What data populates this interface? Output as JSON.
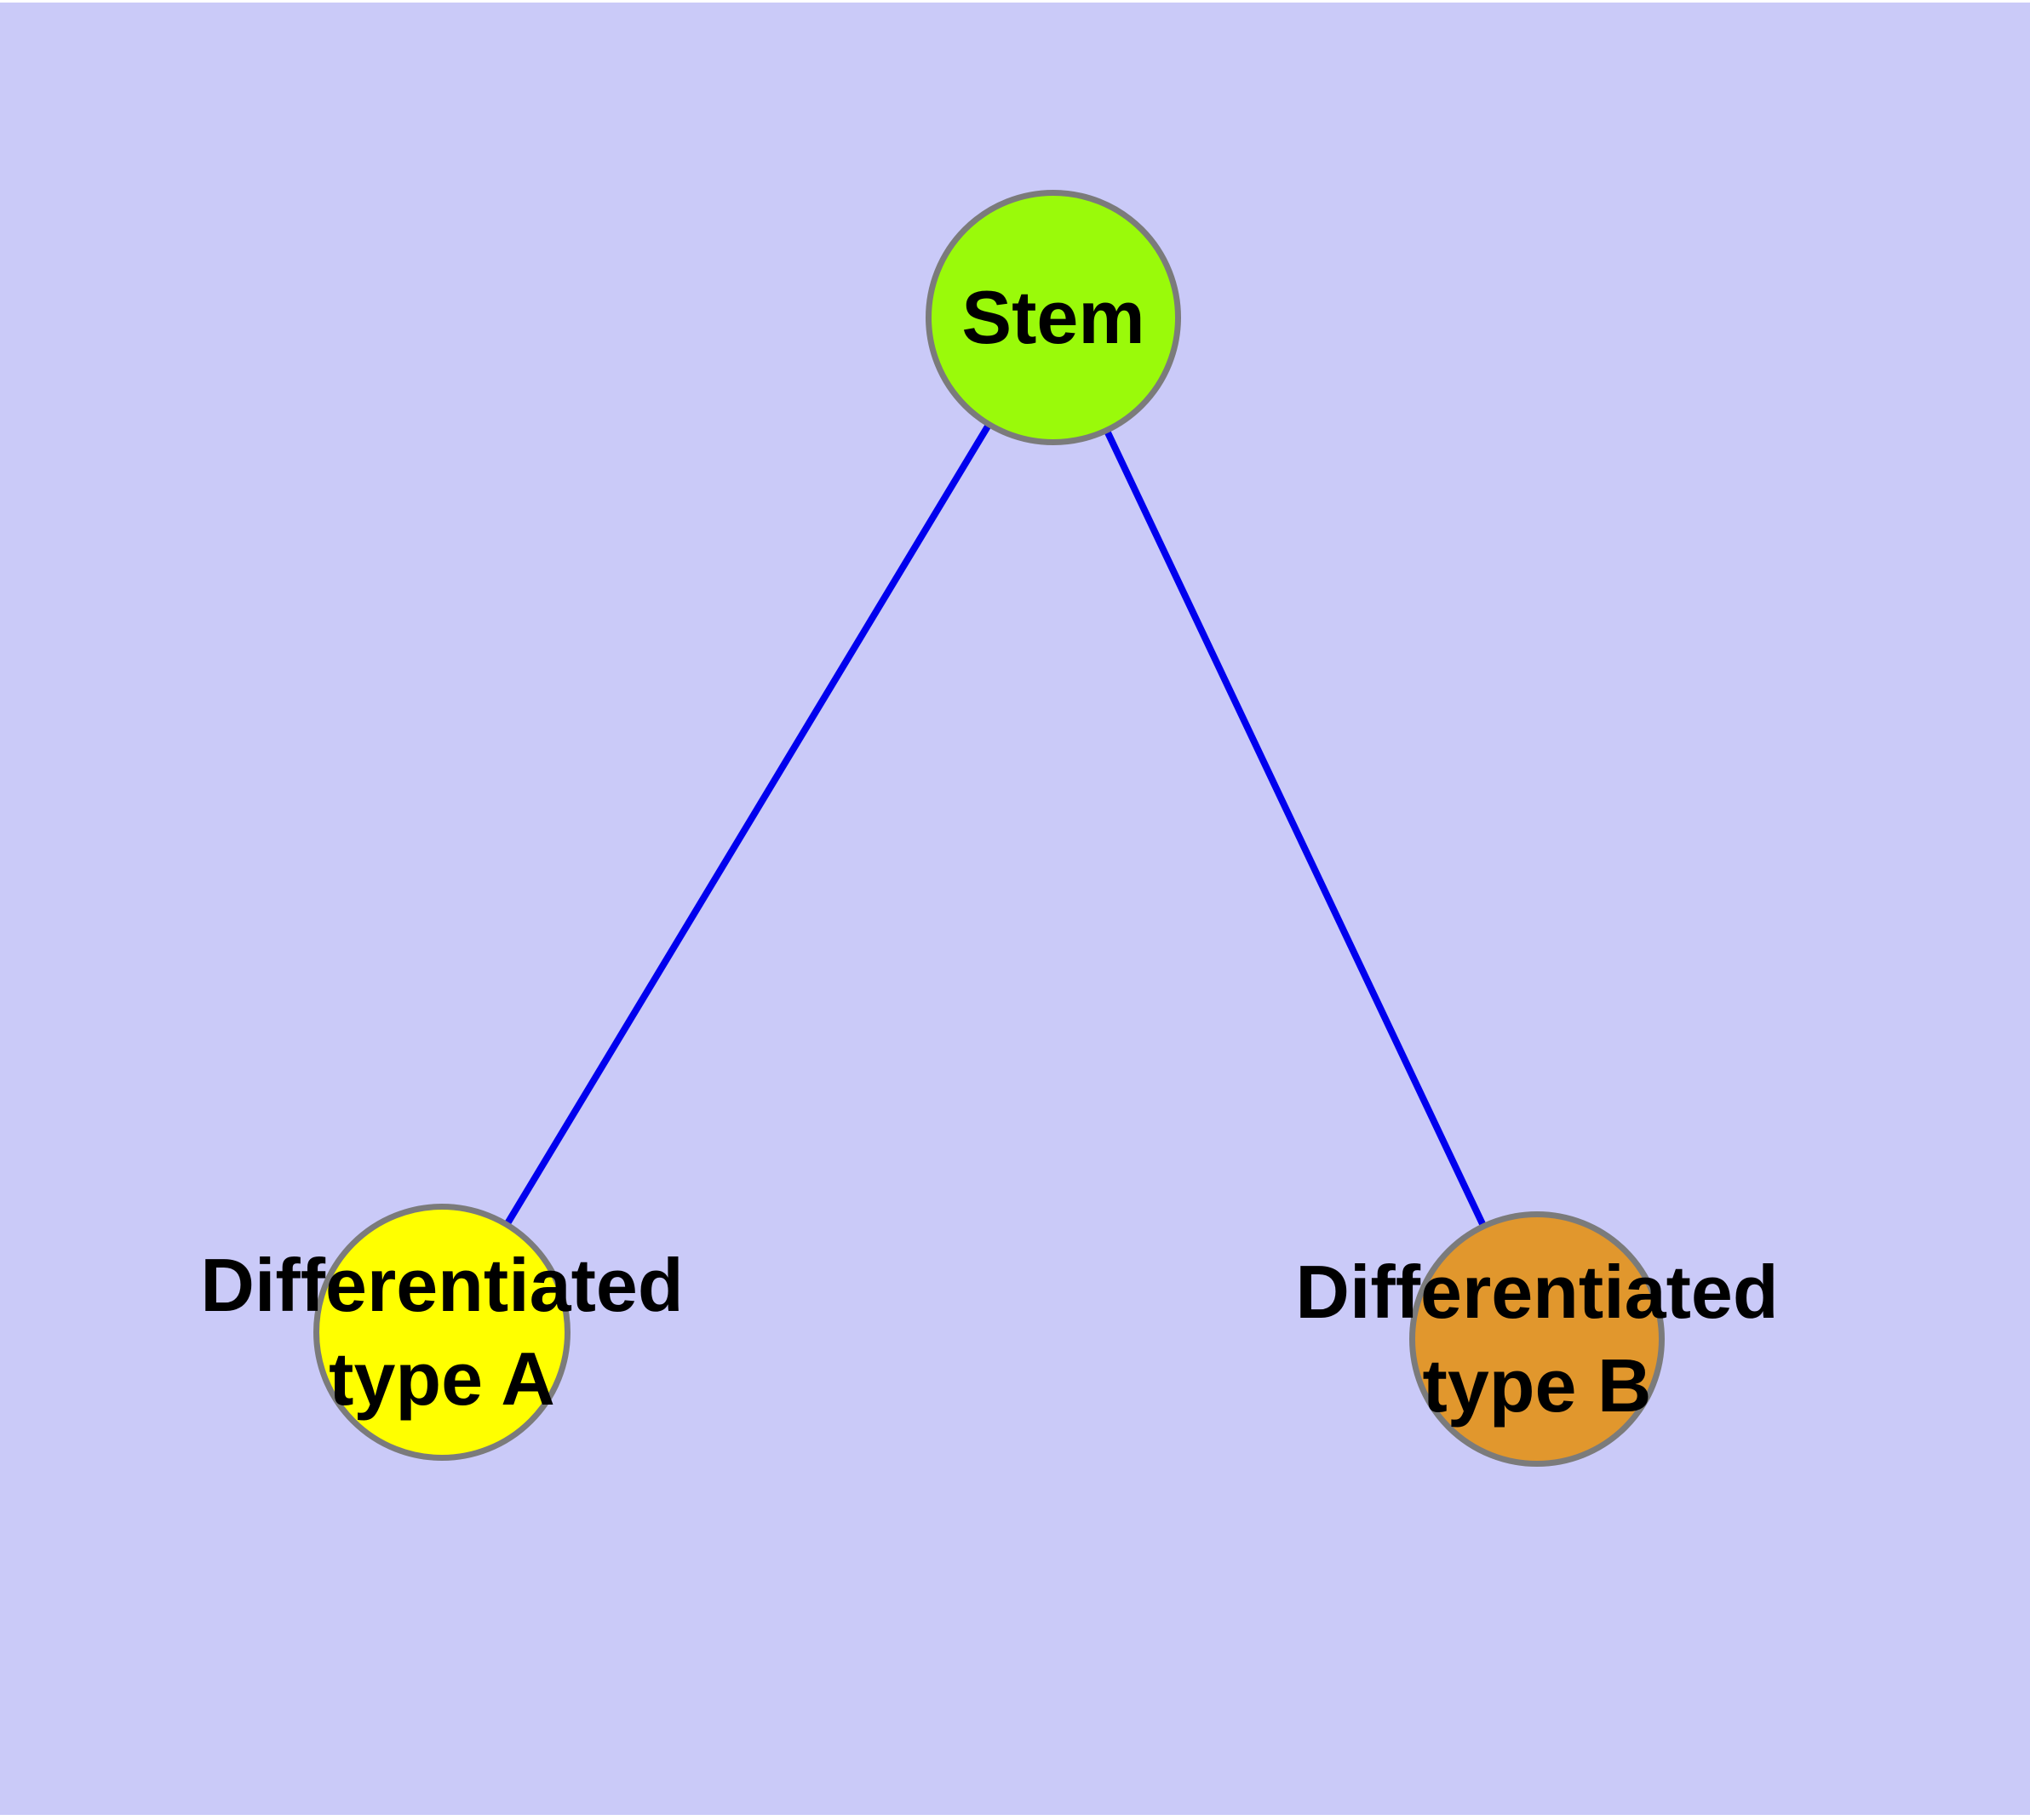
{
  "diagram": {
    "type": "graph",
    "background_color": "#CACAF8",
    "margin_color": "#FFFFFF",
    "node_border_color": "#7B7B7B",
    "label_color": "#000000",
    "edge_color": "#0000EE",
    "nodes": [
      {
        "id": "stem",
        "label": "Stem",
        "fill": "#9AFA0A"
      },
      {
        "id": "typeA",
        "label": "Differentiated\ntype A",
        "fill": "#FFFF00"
      },
      {
        "id": "typeB",
        "label": "Differentiated\ntype B",
        "fill": "#E1972D"
      }
    ],
    "edges": [
      {
        "from": "Stem",
        "to": "Differentiated type A"
      },
      {
        "from": "Stem",
        "to": "Differentiated type B"
      }
    ]
  }
}
